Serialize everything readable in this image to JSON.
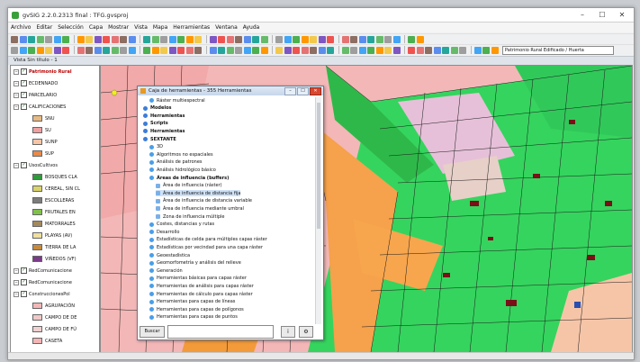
{
  "window": {
    "title": "gvSIG 2.2.0.2313 final : TFG.gvsproj",
    "controls": [
      "–",
      "☐",
      "✕"
    ]
  },
  "menu": [
    "Archivo",
    "Editar",
    "Selección",
    "Capa",
    "Mostrar",
    "Vista",
    "Mapa",
    "Herramientas",
    "Ventana",
    "Ayuda"
  ],
  "toolbar": {
    "active_layer": "Patrimonio Rural Edificado / Huerta"
  },
  "view": {
    "title": "Vista Sin título - 1"
  },
  "legend": {
    "items": [
      {
        "label": "Patrimonio Rural",
        "kind": "layer",
        "color": "#b80000",
        "bold": true
      },
      {
        "label": "ECDENNADO",
        "kind": "layer",
        "color": "#ffffff"
      },
      {
        "label": "PARCELARIO",
        "kind": "layer",
        "color": "#ffffff"
      },
      {
        "label": "CALIFICACIONES",
        "kind": "layer",
        "color": "#ffffff"
      },
      {
        "label": "SNU",
        "kind": "class",
        "color": "#e7b982"
      },
      {
        "label": "SU",
        "kind": "class",
        "color": "#f0a0a0"
      },
      {
        "label": "SUNP",
        "kind": "class",
        "color": "#f6c5a8"
      },
      {
        "label": "SUP",
        "kind": "class",
        "color": "#e88a4a"
      },
      {
        "label": "UsosCultivos",
        "kind": "layer",
        "color": "#ffffff"
      },
      {
        "label": "BOSQUES CLA",
        "kind": "class",
        "color": "#2d9b3a"
      },
      {
        "label": "CEREAL, SIN CL",
        "kind": "class",
        "color": "#d9d36a"
      },
      {
        "label": "ESCOLLERAS",
        "kind": "class",
        "color": "#7c7c7c"
      },
      {
        "label": "FRUTALES EN",
        "kind": "class",
        "color": "#7fc24a"
      },
      {
        "label": "MATORRALES",
        "kind": "class",
        "color": "#a38a5a"
      },
      {
        "label": "PLAYAS (AV)",
        "kind": "class",
        "color": "#f0e0a0"
      },
      {
        "label": "TIERRA DE LA",
        "kind": "class",
        "color": "#c68a3c"
      },
      {
        "label": "VIÑEDOS (VF)",
        "kind": "class",
        "color": "#7a3b8a"
      },
      {
        "label": "RedComunicacione",
        "kind": "layer",
        "color": "#ffffff"
      },
      {
        "label": "RedComunicacione",
        "kind": "layer",
        "color": "#ffffff"
      },
      {
        "label": "ConstruccionesPol",
        "kind": "layer",
        "color": "#ffffff"
      },
      {
        "label": "AGRUPACIÓN",
        "kind": "class",
        "color": "#f3b7b7"
      },
      {
        "label": "CAMPO DE DE",
        "kind": "class",
        "color": "#f0c8c8"
      },
      {
        "label": "CAMPO DE FÚ",
        "kind": "class",
        "color": "#f0d0d0"
      },
      {
        "label": "CASETA",
        "kind": "class",
        "color": "#f5b5b5"
      }
    ]
  },
  "toolbox": {
    "title": "Caja de herramientas - 355 Herramientas",
    "tree": [
      {
        "label": "Ráster multiespectral",
        "level": 1,
        "bold": false
      },
      {
        "label": "Modelos",
        "level": 0,
        "bold": true
      },
      {
        "label": "Herramientas",
        "level": 0,
        "bold": true
      },
      {
        "label": "Scripts",
        "level": 0,
        "bold": true
      },
      {
        "label": "Herramientas",
        "level": 0,
        "bold": true
      },
      {
        "label": "SEXTANTE",
        "level": 0,
        "bold": true
      },
      {
        "label": "3D",
        "level": 1,
        "bold": false
      },
      {
        "label": "Algoritmos no espaciales",
        "level": 1,
        "bold": false
      },
      {
        "label": "Análisis de patrones",
        "level": 1,
        "bold": false
      },
      {
        "label": "Análisis hidrológico básico",
        "level": 1,
        "bold": false
      },
      {
        "label": "Áreas de influencia (buffers)",
        "level": 1,
        "bold": true
      },
      {
        "label": "Área de influencia (ráster)",
        "level": 2,
        "bold": false
      },
      {
        "label": "Área de influencia de distancia fija",
        "level": 2,
        "bold": false,
        "selected": true
      },
      {
        "label": "Área de influencia de distancia variable",
        "level": 2,
        "bold": false
      },
      {
        "label": "Área de influencia mediante umbral",
        "level": 2,
        "bold": false
      },
      {
        "label": "Zona de influencia múltiple",
        "level": 2,
        "bold": false
      },
      {
        "label": "Costes, distancias y rutas",
        "level": 1,
        "bold": false
      },
      {
        "label": "Desarrollo",
        "level": 1,
        "bold": false
      },
      {
        "label": "Estadísticas de celda para múltiples capas ráster",
        "level": 1,
        "bold": false
      },
      {
        "label": "Estadísticas por vecindad para una capa ráster",
        "level": 1,
        "bold": false
      },
      {
        "label": "Geoestadística",
        "level": 1,
        "bold": false
      },
      {
        "label": "Geomorfometría y análisis del relieve",
        "level": 1,
        "bold": false
      },
      {
        "label": "Generación",
        "level": 1,
        "bold": false
      },
      {
        "label": "Herramientas básicas para capas ráster",
        "level": 1,
        "bold": false
      },
      {
        "label": "Herramientas de análisis para capas ráster",
        "level": 1,
        "bold": false
      },
      {
        "label": "Herramientas de cálculo para capas ráster",
        "level": 1,
        "bold": false
      },
      {
        "label": "Herramientas para capas de líneas",
        "level": 1,
        "bold": false
      },
      {
        "label": "Herramientas para capas de polígonos",
        "level": 1,
        "bold": false
      },
      {
        "label": "Herramientas para capas de puntos",
        "level": 1,
        "bold": false
      }
    ],
    "search_label": "Buscar",
    "search_value": ""
  }
}
